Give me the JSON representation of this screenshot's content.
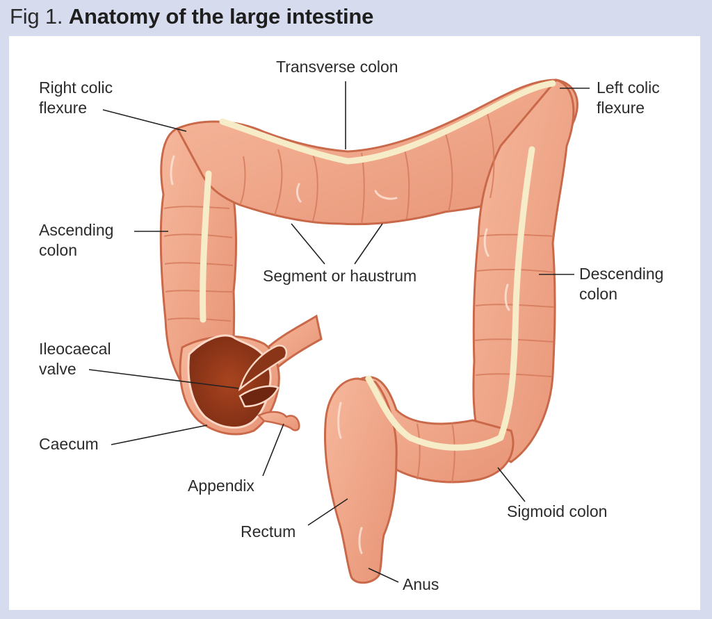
{
  "figure": {
    "prefix": "Fig 1.",
    "title": "Anatomy of the large intestine"
  },
  "colors": {
    "frame": "#d6dcee",
    "panel": "#ffffff",
    "tissue": "#f0a88a",
    "tissue_dark": "#d97b5c",
    "tissue_outline": "#c9694a",
    "taenia": "#f6ecc8",
    "lumen": "#9a3a1c",
    "lumen_dark": "#7a2a12",
    "leader_line": "#222222"
  },
  "labels": {
    "transverse_colon": "Transverse colon",
    "right_colic_flexure": "Right colic\nflexure",
    "left_colic_flexure": "Left colic\nflexure",
    "ascending_colon": "Ascending\ncolon",
    "segment_or_haustrum": "Segment or haustrum",
    "descending_colon": "Descending\ncolon",
    "ileocaecal_valve": "Ileocaecal\nvalve",
    "caecum": "Caecum",
    "appendix": "Appendix",
    "rectum": "Rectum",
    "sigmoid_colon": "Sigmoid colon",
    "anus": "Anus"
  }
}
